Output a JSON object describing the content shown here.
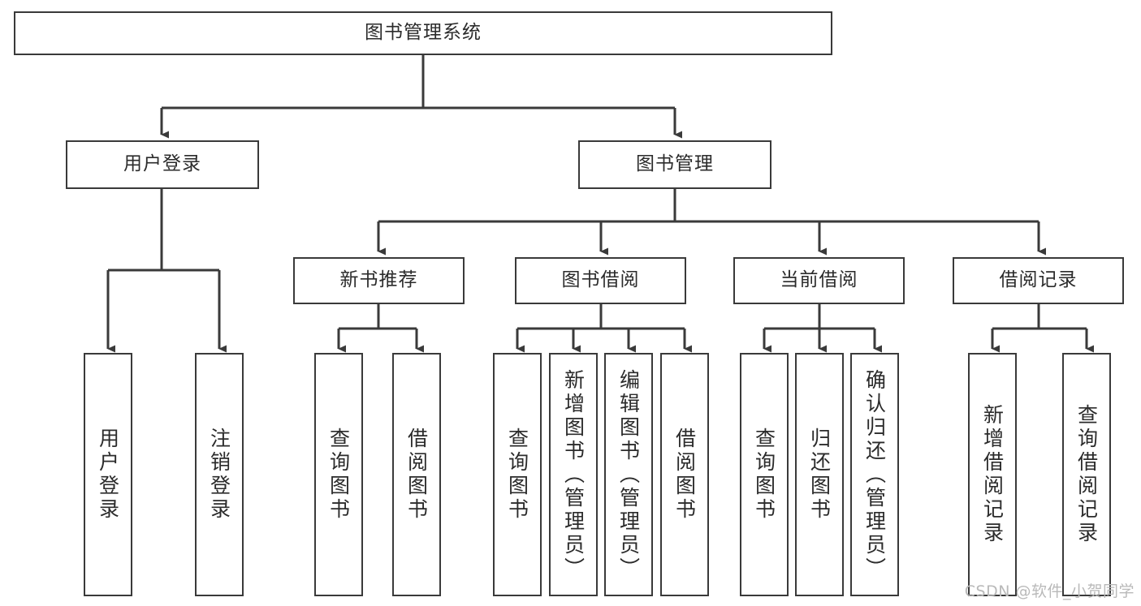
{
  "diagram": {
    "title_node": {
      "label": "图书管理系统"
    },
    "level2": [
      {
        "id": "user-login",
        "label": "用户登录"
      },
      {
        "id": "book-management",
        "label": "图书管理"
      }
    ],
    "level3": [
      {
        "id": "new-book-recommend",
        "label": "新书推荐"
      },
      {
        "id": "book-borrow",
        "label": "图书借阅"
      },
      {
        "id": "current-borrow",
        "label": "当前借阅"
      },
      {
        "id": "borrow-record",
        "label": "借阅记录"
      }
    ],
    "leaves": [
      {
        "id": "leaf-user-login",
        "label": "用户登录"
      },
      {
        "id": "leaf-logout-login",
        "label": "注销登录"
      },
      {
        "id": "leaf-query-book-1",
        "label": "查询图书"
      },
      {
        "id": "leaf-borrow-book-1",
        "label": "借阅图书"
      },
      {
        "id": "leaf-query-book-2",
        "label": "查询图书"
      },
      {
        "id": "leaf-add-book",
        "label": "新增图书（管理员）"
      },
      {
        "id": "leaf-edit-book",
        "label": "编辑图书（管理员）"
      },
      {
        "id": "leaf-borrow-book-2",
        "label": "借阅图书"
      },
      {
        "id": "leaf-query-book-3",
        "label": "查询图书"
      },
      {
        "id": "leaf-return-book",
        "label": "归还图书"
      },
      {
        "id": "leaf-confirm-return",
        "label": "确认归还（管理员）"
      },
      {
        "id": "leaf-add-borrow-record",
        "label": "新增借阅记录"
      },
      {
        "id": "leaf-query-borrow-record",
        "label": "查询借阅记录"
      }
    ]
  },
  "watermark": {
    "text": "CSDN @软件_小贺同学"
  },
  "colors": {
    "stroke": "#3a3a3a",
    "text": "#2b2b2b",
    "background": "#ffffff",
    "watermark": "#b9b9b9"
  }
}
